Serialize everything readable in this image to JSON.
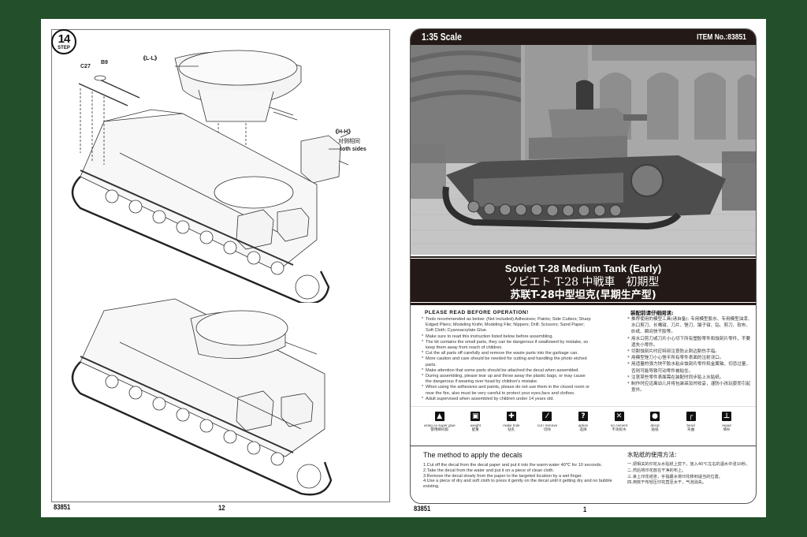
{
  "left_page": {
    "step": {
      "number": "14",
      "label": "STEP"
    },
    "callouts": {
      "part_c27": "C27",
      "part_b9": "B9",
      "view_ll": "《L-L》",
      "view_hh": "《H-H》",
      "both_sides_cn": "对侧相同",
      "both_sides_en": "Both sides"
    },
    "footer": {
      "item_number": "83851",
      "page_number": "12"
    }
  },
  "right_page": {
    "header": {
      "scale": "1:35  Scale",
      "item_number": "ITEM No.:83851"
    },
    "photo": {
      "description": "Soviet T-28 tank on parade in Red Square (box art)"
    },
    "title": {
      "en": "Soviet T-28 Medium Tank (Early)",
      "jp": "ソビエト T-28 中戦車　初期型",
      "cn": "苏联T-28中型坦克(早期生产型)"
    },
    "notes_en": {
      "heading": "PLEASE  READ  BEFORE  OPERATION!",
      "items": [
        "Tools recommended as below:   (Not included) Adhesives; Paints; Side Cutters; Sharp Edged Pliers; Modeling Knife; Modeling File; Nippers; Drill; Scissors; Sand Paper; Soft Cloth; Cyanoacrylate Glue.",
        "Make sure to read this instruction listed below before assembling.",
        "The kit contains the small parts, they can be dangerous if swallowed by mistake, so keep them away from reach of  children.",
        "Cut the all parts off carefully and remove the waste parts into the garbage can.",
        "More caution and care should be needed for cutting and handling the photo etched parts.",
        "Make attention that some parts should be attached the decal when assembled.",
        "During assembling, please tear up and throw away the plastic bags, or may cause the dangerous if wearing over head by children's mistake.",
        "When using the adhesives and paints, please do not use them in the closed room or near the fire, also must be very careful to protect your eyes,face and clothes.",
        "Adult supervised when assembled by children under 14 years old."
      ]
    },
    "notes_cn": {
      "heading": "装配前请仔细阅读:",
      "items": [
        "推荐使用的模型工具(请自备): 专用模型胶水、专用模型油漆、水口剪刀、长嘴钳、刀片、锉刀、镊子钳、钻、剪刀、软布、砂纸、瞬间快干胶等。",
        "用水口剪刀或刀片小心切下所有塑胶零件和蚀刻片零件，不要遗失小零件。",
        "切割蚀刻片时应特别注意防止刺边割伤手指。",
        "用模型锉刀小心锉平所有零件表面的注射浇口。",
        "用适量的强力快干胶水粘合蚀刻片零件和金属轴，切忌过量，否则可能导致可动零件被粘住。",
        "注意某些零件表面需在装配时同步贴上水贴纸。",
        "制作时应远离幼儿并将包装袋及时收妥，谨防小孩玩耍而引起意外。"
      ]
    },
    "symbols": [
      {
        "icon": "super-glue-icon",
        "glyph": "▲",
        "en": "using ca super glue",
        "cn": "使用瞬间胶"
      },
      {
        "icon": "weight-icon",
        "glyph": "▣",
        "en": "weight",
        "cn": "配重"
      },
      {
        "icon": "make-hole-icon",
        "glyph": "✚",
        "en": "make hole",
        "cn": "钻孔"
      },
      {
        "icon": "cut-remove-icon",
        "glyph": "⁄",
        "en": "cut / remove",
        "cn": "切除"
      },
      {
        "icon": "option-icon",
        "glyph": "?",
        "en": "option",
        "cn": "选择"
      },
      {
        "icon": "no-cement-icon",
        "glyph": "✕",
        "en": "no cement",
        "cn": "不涂胶水"
      },
      {
        "icon": "decal-icon",
        "glyph": "●",
        "en": "decal",
        "cn": "贴纸"
      },
      {
        "icon": "bend-icon",
        "glyph": "┌",
        "en": "bend",
        "cn": "弯曲"
      },
      {
        "icon": "repair-icon",
        "glyph": "⊥",
        "en": "repair",
        "cn": "填补"
      }
    ],
    "decals_en": {
      "heading": "The method to apply the decals",
      "steps": [
        "1.Cut off the decal from the decal paper and put it into the warm water 40℃ for 10 seconds.",
        "2.Take the decal from the water and put it on a piece of clean cloth.",
        "3.Remove the decal slowly from the paper to the targeted location by a wet finger.",
        "4.Use a piece of dry and soft cloth to press it gently on the decal until it  getting dry and no bubble existing."
      ]
    },
    "decals_cn": {
      "heading": "水贴纸的使用方法:",
      "steps": [
        "一.把相关的印花从水贴纸上剪下，放入40℃左右的温水中浸10秒。",
        "二.然后将印花放在干净的布上。",
        "三.拿上印花纸张，手指蘸水将印花移到适当的位置。",
        "四.用软干布轻压印花直至水干，气泡消失。"
      ]
    },
    "footer": {
      "item_number": "83851",
      "page_number": "1"
    }
  },
  "colors": {
    "background_green": "#234f2b",
    "banner_dark": "#231a17",
    "page_white": "#ffffff"
  }
}
